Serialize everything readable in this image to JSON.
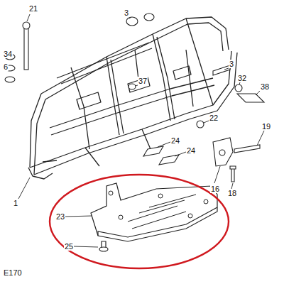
{
  "diagram": {
    "labels": [
      "21",
      "3",
      "34",
      "6",
      "37",
      "3",
      "32",
      "38",
      "22",
      "19",
      "24",
      "24",
      "16",
      "18",
      "1",
      "23",
      "25",
      "E170"
    ]
  }
}
